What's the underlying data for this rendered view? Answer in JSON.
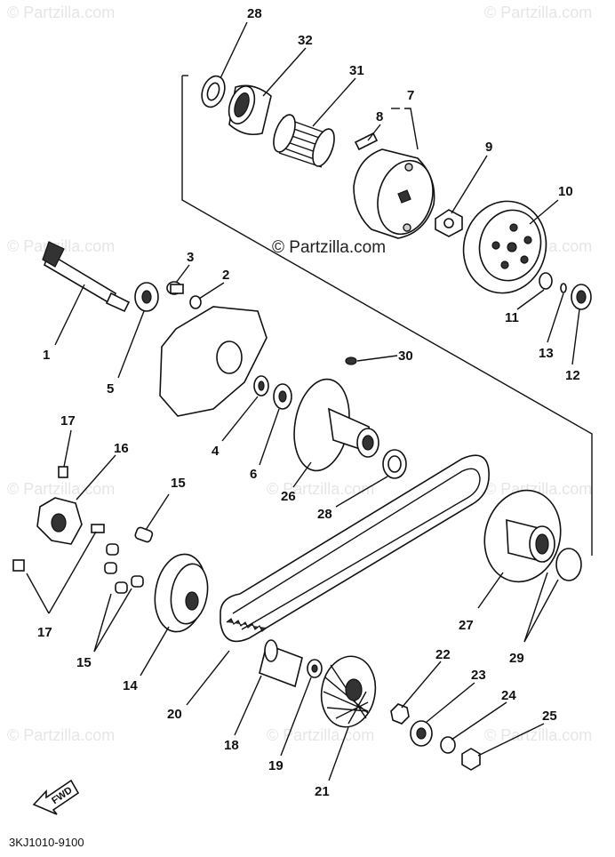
{
  "watermark": {
    "brand": "© Partzilla.com",
    "corner_text": "© Partzilla.com"
  },
  "diagram_code": "3KJ1010-9100",
  "fwd_label": "FWD",
  "callouts": [
    {
      "id": "28a",
      "text": "28"
    },
    {
      "id": "32",
      "text": "32"
    },
    {
      "id": "31",
      "text": "31"
    },
    {
      "id": "7",
      "text": "7"
    },
    {
      "id": "8",
      "text": "8"
    },
    {
      "id": "9",
      "text": "9"
    },
    {
      "id": "10",
      "text": "10"
    },
    {
      "id": "3",
      "text": "3"
    },
    {
      "id": "2",
      "text": "2"
    },
    {
      "id": "1",
      "text": "1"
    },
    {
      "id": "5",
      "text": "5"
    },
    {
      "id": "11",
      "text": "11"
    },
    {
      "id": "13",
      "text": "13"
    },
    {
      "id": "12",
      "text": "12"
    },
    {
      "id": "30",
      "text": "30"
    },
    {
      "id": "4",
      "text": "4"
    },
    {
      "id": "6",
      "text": "6"
    },
    {
      "id": "26",
      "text": "26"
    },
    {
      "id": "28b",
      "text": "28"
    },
    {
      "id": "17a",
      "text": "17"
    },
    {
      "id": "16",
      "text": "16"
    },
    {
      "id": "15a",
      "text": "15"
    },
    {
      "id": "17b",
      "text": "17"
    },
    {
      "id": "15b",
      "text": "15"
    },
    {
      "id": "14",
      "text": "14"
    },
    {
      "id": "20",
      "text": "20"
    },
    {
      "id": "18",
      "text": "18"
    },
    {
      "id": "19",
      "text": "19"
    },
    {
      "id": "21",
      "text": "21"
    },
    {
      "id": "22",
      "text": "22"
    },
    {
      "id": "23",
      "text": "23"
    },
    {
      "id": "24",
      "text": "24"
    },
    {
      "id": "25",
      "text": "25"
    },
    {
      "id": "27",
      "text": "27"
    },
    {
      "id": "29",
      "text": "29"
    }
  ]
}
